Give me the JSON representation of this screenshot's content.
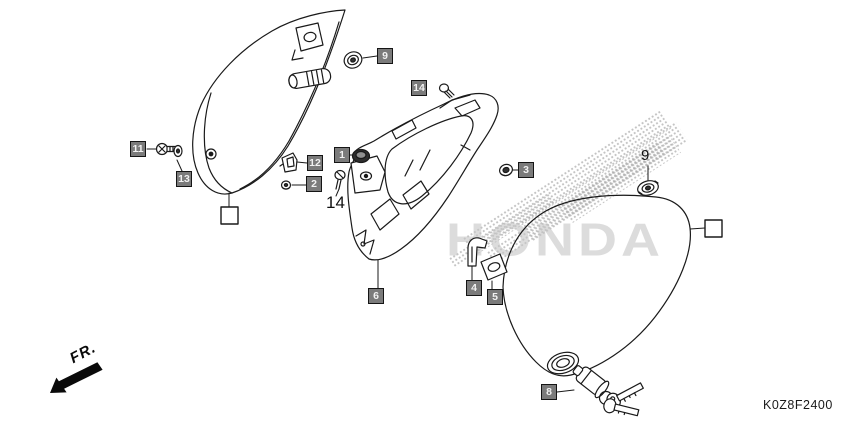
{
  "watermark": {
    "text": "HONDA"
  },
  "footer": {
    "part_code": "K0Z8F2400"
  },
  "orientation": {
    "label": "FR."
  },
  "callouts": {
    "grommet_left": "9",
    "screw_top": "14",
    "bolt_left": "11",
    "washer_left": "13",
    "clip_center": "12",
    "nut_center": "2",
    "cap_center": "1",
    "screw_center": "14",
    "nut_frame": "3",
    "grommet_right": "9",
    "frame": "6",
    "clip_lower": "4",
    "grommet_plate": "5",
    "lock": "8"
  },
  "colors": {
    "line": "#1a1a1a",
    "callout_bg": "#7b7b7b",
    "callout_border": "#151515",
    "callout_text": "#f2f2f2",
    "watermark_dot": "#ababab",
    "watermark_text": "#c6c6c6"
  }
}
